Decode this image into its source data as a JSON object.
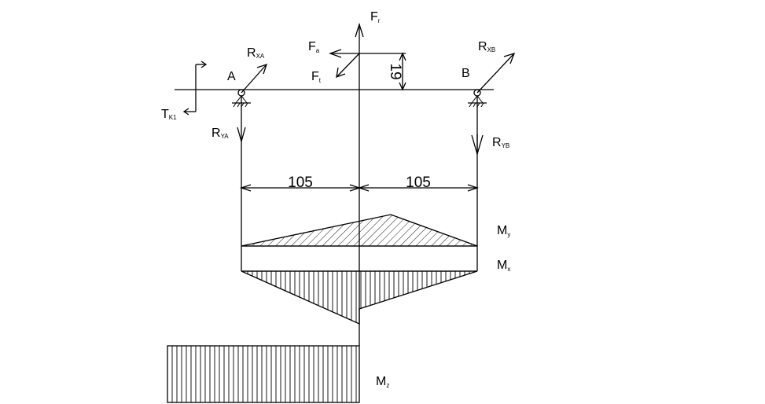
{
  "labels": {
    "point_a": "A",
    "point_b": "B",
    "force_fr": {
      "main": "F",
      "sub": "r"
    },
    "force_fa": {
      "main": "F",
      "sub": "a"
    },
    "force_ft": {
      "main": "F",
      "sub": "t"
    },
    "reaction_rxa": {
      "main": "R",
      "sub": "XA"
    },
    "reaction_rxb": {
      "main": "R",
      "sub": "XB"
    },
    "reaction_rya": {
      "main": "R",
      "sub": "YA"
    },
    "reaction_ryb": {
      "main": "R",
      "sub": "YB"
    },
    "torque_tk1": {
      "main": "T",
      "sub": "K1"
    },
    "offset_dim": "19",
    "span_left": "105",
    "span_right": "105",
    "moment_my": {
      "main": "M",
      "sub": "y"
    },
    "moment_mx": {
      "main": "M",
      "sub": "x"
    },
    "moment_mz": {
      "main": "M",
      "sub": "z"
    }
  }
}
